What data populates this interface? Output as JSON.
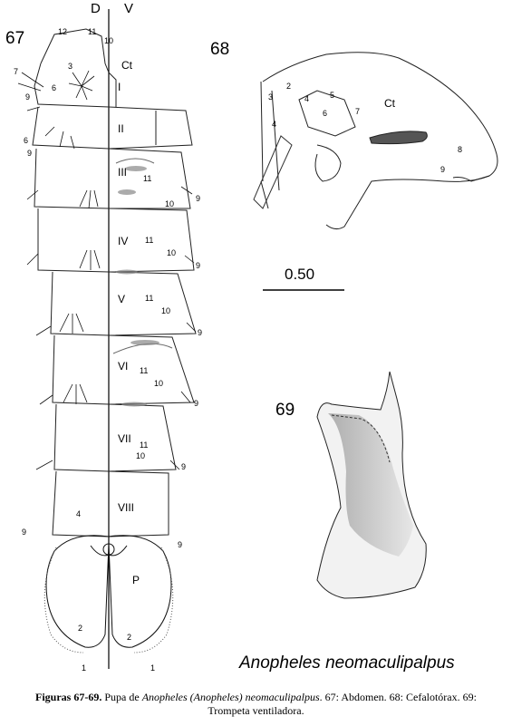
{
  "figure": {
    "dorsal_label": "D",
    "ventral_label": "V",
    "fig67_number": "67",
    "fig68_number": "68",
    "fig69_number": "69",
    "ct_label": "Ct",
    "paddle_label": "P",
    "segments": [
      "I",
      "II",
      "III",
      "IV",
      "V",
      "VI",
      "VII",
      "VIII"
    ],
    "scale_bar_value": "0.50",
    "species_name": "Anopheles neomaculipalpus"
  },
  "caption": {
    "bold_prefix": "Figuras 67-69.",
    "text_1": " Pupa de ",
    "italic_name": "Anopheles (Anopheles) neomaculipalpus",
    "text_2": ". 67: Abdomen. 68: Cefalotórax. 69:",
    "line_2": "Trompeta ventiladora."
  }
}
